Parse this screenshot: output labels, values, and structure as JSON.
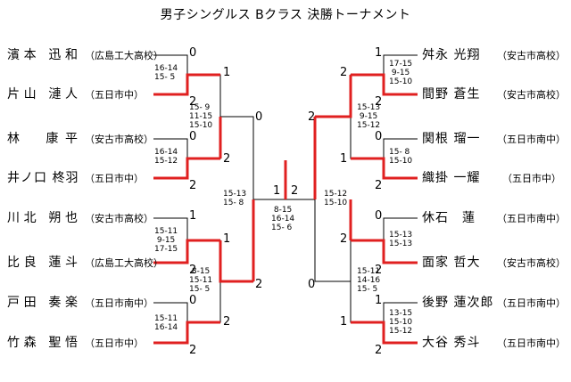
{
  "title": "男子シングルス Bクラス 決勝トーナメント",
  "colors": {
    "winner_line": "#e02020",
    "line": "#000000"
  },
  "left_players": [
    {
      "name": "濱本 迅和",
      "school": "（広島工大高校）"
    },
    {
      "name": "片山 漣人",
      "school": "（五日市中）"
    },
    {
      "name": "林　康平",
      "school": "（安古市高校）"
    },
    {
      "name": "井ノ口 柊羽",
      "school": "（五日市中）"
    },
    {
      "name": "川北 朔也",
      "school": "（安古市高校）"
    },
    {
      "name": "比良 蓮斗",
      "school": "（広島工大高校）"
    },
    {
      "name": "戸田 奏楽",
      "school": "（五日市南中）"
    },
    {
      "name": "竹森 聖悟",
      "school": "（五日市中）"
    }
  ],
  "right_players": [
    {
      "name": "舛永 光翔",
      "school": "（安古市高校）"
    },
    {
      "name": "間野 蒼生",
      "school": "（安古市高校）"
    },
    {
      "name": "関根 瑠一",
      "school": "（五日市南中）"
    },
    {
      "name": "織掛 一耀",
      "school": "（五日市中）"
    },
    {
      "name": "休石　蓮",
      "school": "（五日市南中）"
    },
    {
      "name": "面家 哲大",
      "school": "（安古市高校）"
    },
    {
      "name": "後野 蓮次郎",
      "school": "（五日市南中）"
    },
    {
      "name": "大谷 秀斗",
      "school": "（五日市南中）"
    }
  ],
  "left_r1": [
    {
      "top": "0",
      "bottom": "2",
      "games": [
        "16-14",
        "15- 5"
      ]
    },
    {
      "top": "0",
      "bottom": "2",
      "games": [
        "16-14",
        "15-12"
      ]
    },
    {
      "top": "1",
      "bottom": "2",
      "games": [
        "15-11",
        " 9-15",
        "17-15"
      ]
    },
    {
      "top": "0",
      "bottom": "2",
      "games": [
        "15-11",
        "16-14"
      ]
    }
  ],
  "left_r2": [
    {
      "top": "1",
      "bottom": "2",
      "games": [
        "15- 9",
        "11-15",
        "15-10"
      ]
    },
    {
      "top": "1",
      "bottom": "2",
      "games": [
        " 8-15",
        "15-11",
        "15- 5"
      ]
    }
  ],
  "left_r3": {
    "top": "0",
    "bottom": "2",
    "games": [
      "15-13",
      "15- 8"
    ]
  },
  "right_r1": [
    {
      "top": "1",
      "bottom": "2",
      "games": [
        "17-15",
        " 9-15",
        "15-10"
      ]
    },
    {
      "top": "0",
      "bottom": "2",
      "games": [
        "15- 8",
        "15-10"
      ]
    },
    {
      "top": "0",
      "bottom": "2",
      "games": [
        "15-13",
        "15-13"
      ]
    },
    {
      "top": "1",
      "bottom": "2",
      "games": [
        "13-15",
        "15-10",
        "15-12"
      ]
    }
  ],
  "right_r2": [
    {
      "top": "2",
      "bottom": "1",
      "games": [
        "15-13",
        " 9-15",
        "15-12"
      ]
    },
    {
      "top": "2",
      "bottom": "1",
      "games": [
        "15-11",
        "14-16",
        "15- 5"
      ]
    }
  ],
  "right_r3": {
    "top": "2",
    "bottom": "0",
    "games": [
      "15-12",
      "15-10"
    ]
  },
  "final": {
    "left": "1",
    "right": "2",
    "games": [
      " 8-15",
      "16-14",
      "15- 6"
    ]
  }
}
